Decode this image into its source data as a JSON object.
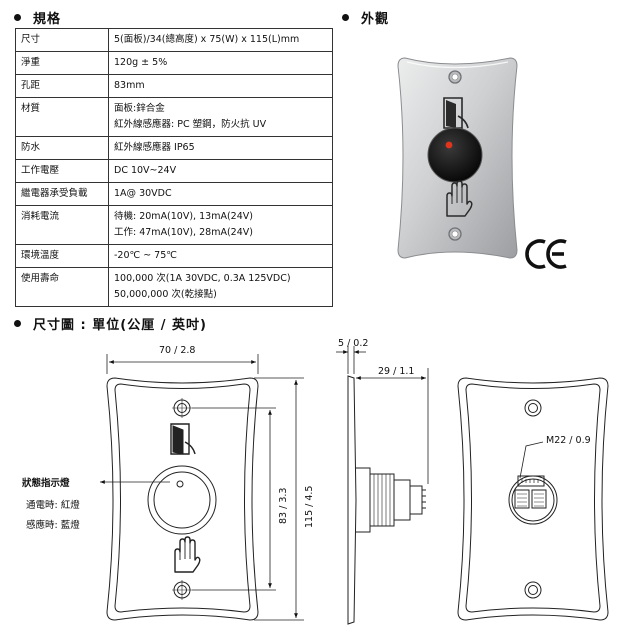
{
  "sections": {
    "spec_heading": "規格",
    "appearance_heading": "外觀",
    "dimension_heading": "尺寸圖 : 單位(公厘 / 英吋)"
  },
  "spec_rows": [
    {
      "label": "尺寸",
      "lines": [
        "5(面板)/34(總高度) x 75(W) x 115(L)mm"
      ]
    },
    {
      "label": "淨重",
      "lines": [
        "120g ± 5%"
      ]
    },
    {
      "label": "孔距",
      "lines": [
        "83mm"
      ]
    },
    {
      "label": "材質",
      "lines": [
        "面板:鋅合金",
        "紅外線感應器: PC 塑鋼，防火抗 UV"
      ]
    },
    {
      "label": "防水",
      "lines": [
        "紅外線感應器 IP65"
      ]
    },
    {
      "label": "工作電壓",
      "lines": [
        "DC 10V~24V"
      ]
    },
    {
      "label": "繼電器承受負載",
      "lines": [
        "1A@ 30VDC"
      ]
    },
    {
      "label": "消耗電流",
      "lines": [
        "待機: 20mA(10V), 13mA(24V)",
        "工作: 47mA(10V), 28mA(24V)"
      ]
    },
    {
      "label": "環境溫度",
      "lines": [
        "-20℃ ~ 75℃"
      ]
    },
    {
      "label": "使用壽命",
      "lines": [
        "100,000 次(1A 30VDC, 0.3A 125VDC)",
        "50,000,000 次(乾接點)"
      ]
    }
  ],
  "dimensions": {
    "width": "70 / 2.8",
    "hole_spacing": "83 / 3.3",
    "height": "115 / 4.5",
    "panel_thickness": "5 / 0.2",
    "depth": "29 / 1.1",
    "thread": "M22 / 0.9"
  },
  "indicator": {
    "title": "狀態指示燈",
    "power_on": "通電時: 紅燈",
    "sensing": "感應時: 藍燈"
  },
  "colors": {
    "panel_light": "#d9dadc",
    "panel_dark": "#8e9093",
    "sensor": "#1a1a1a",
    "led": "#e0341c"
  },
  "icons": {
    "door": "door-exit-icon",
    "hand": "hand-icon",
    "certification": "ce-mark"
  }
}
